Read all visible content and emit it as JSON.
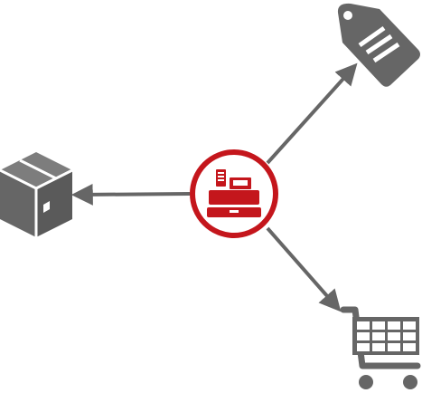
{
  "diagram": {
    "center": {
      "icon": "cash-register-icon"
    },
    "nodes": [
      {
        "icon": "price-tag-icon",
        "connection": "outgoing-arrow"
      },
      {
        "icon": "package-box-icon",
        "connection": "outgoing-arrow"
      },
      {
        "icon": "shopping-cart-icon",
        "connection": "outgoing-arrow"
      }
    ],
    "colors": {
      "accent": "#c4161c",
      "icon": "#666666",
      "arrow": "#666666",
      "background": "#ffffff"
    }
  }
}
